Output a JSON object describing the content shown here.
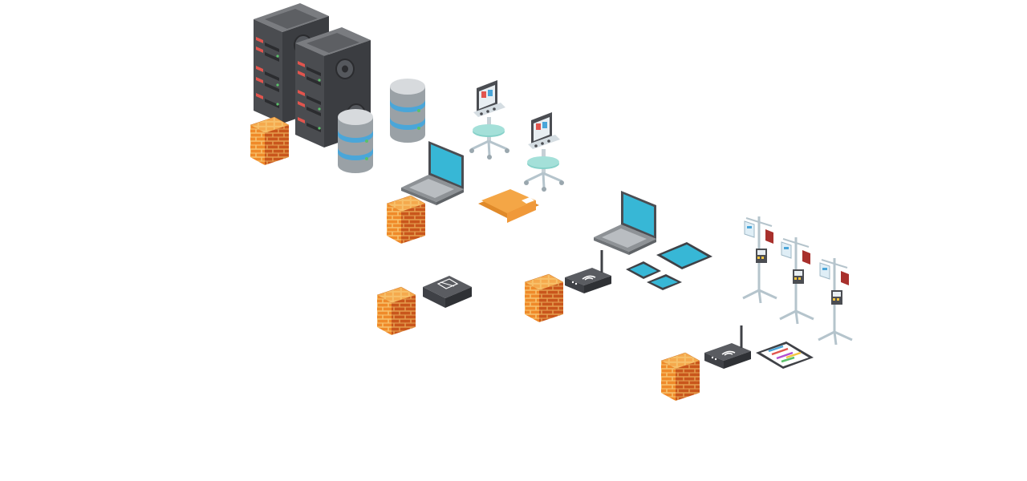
{
  "diagram": {
    "kind": "isometric-hospital-network",
    "colors": {
      "background": "#ffffff",
      "server_body": "#4a4c50",
      "server_side": "#3b3d41",
      "server_top": "#7a7c80",
      "server_led_red": "#e2554e",
      "server_led_green": "#5cc06a",
      "db_body": "#9aa1a6",
      "db_band": "#4aa6d9",
      "firewall_brick": "#ef8a2a",
      "firewall_brick_dark": "#c9561c",
      "firewall_mortar": "#f7c06a",
      "folder": "#f4a646",
      "folder_dark": "#e08a2a",
      "screen_teal": "#37b7d6",
      "device_grey": "#8e9296",
      "device_dark": "#4b4d52",
      "router_body": "#3f4146",
      "cart_teal": "#86d1c9",
      "iv_pole": "#b5c4cc",
      "iv_bag_red": "#a8302c",
      "iv_bag_clear": "#dfeef6"
    },
    "groups": [
      {
        "name": "data-center",
        "items": [
          "server-rack-icon",
          "server-rack-icon",
          "database-icon",
          "database-icon",
          "firewall-icon"
        ]
      },
      {
        "name": "clinical-workstations",
        "items": [
          "laptop-icon",
          "medical-cart-monitor-icon",
          "medical-cart-monitor-icon",
          "folder-icon",
          "firewall-icon"
        ]
      },
      {
        "name": "network-switch",
        "items": [
          "network-switch-icon",
          "firewall-icon"
        ]
      },
      {
        "name": "mobile-devices",
        "items": [
          "wifi-router-icon",
          "laptop-icon",
          "tablet-icon",
          "phone-icon",
          "phone-icon",
          "firewall-icon"
        ]
      },
      {
        "name": "bedside-infusion",
        "items": [
          "iv-pole-icon",
          "iv-pole-icon",
          "iv-pole-icon",
          "wifi-router-icon",
          "tablet-chart-icon",
          "firewall-icon"
        ]
      }
    ]
  }
}
